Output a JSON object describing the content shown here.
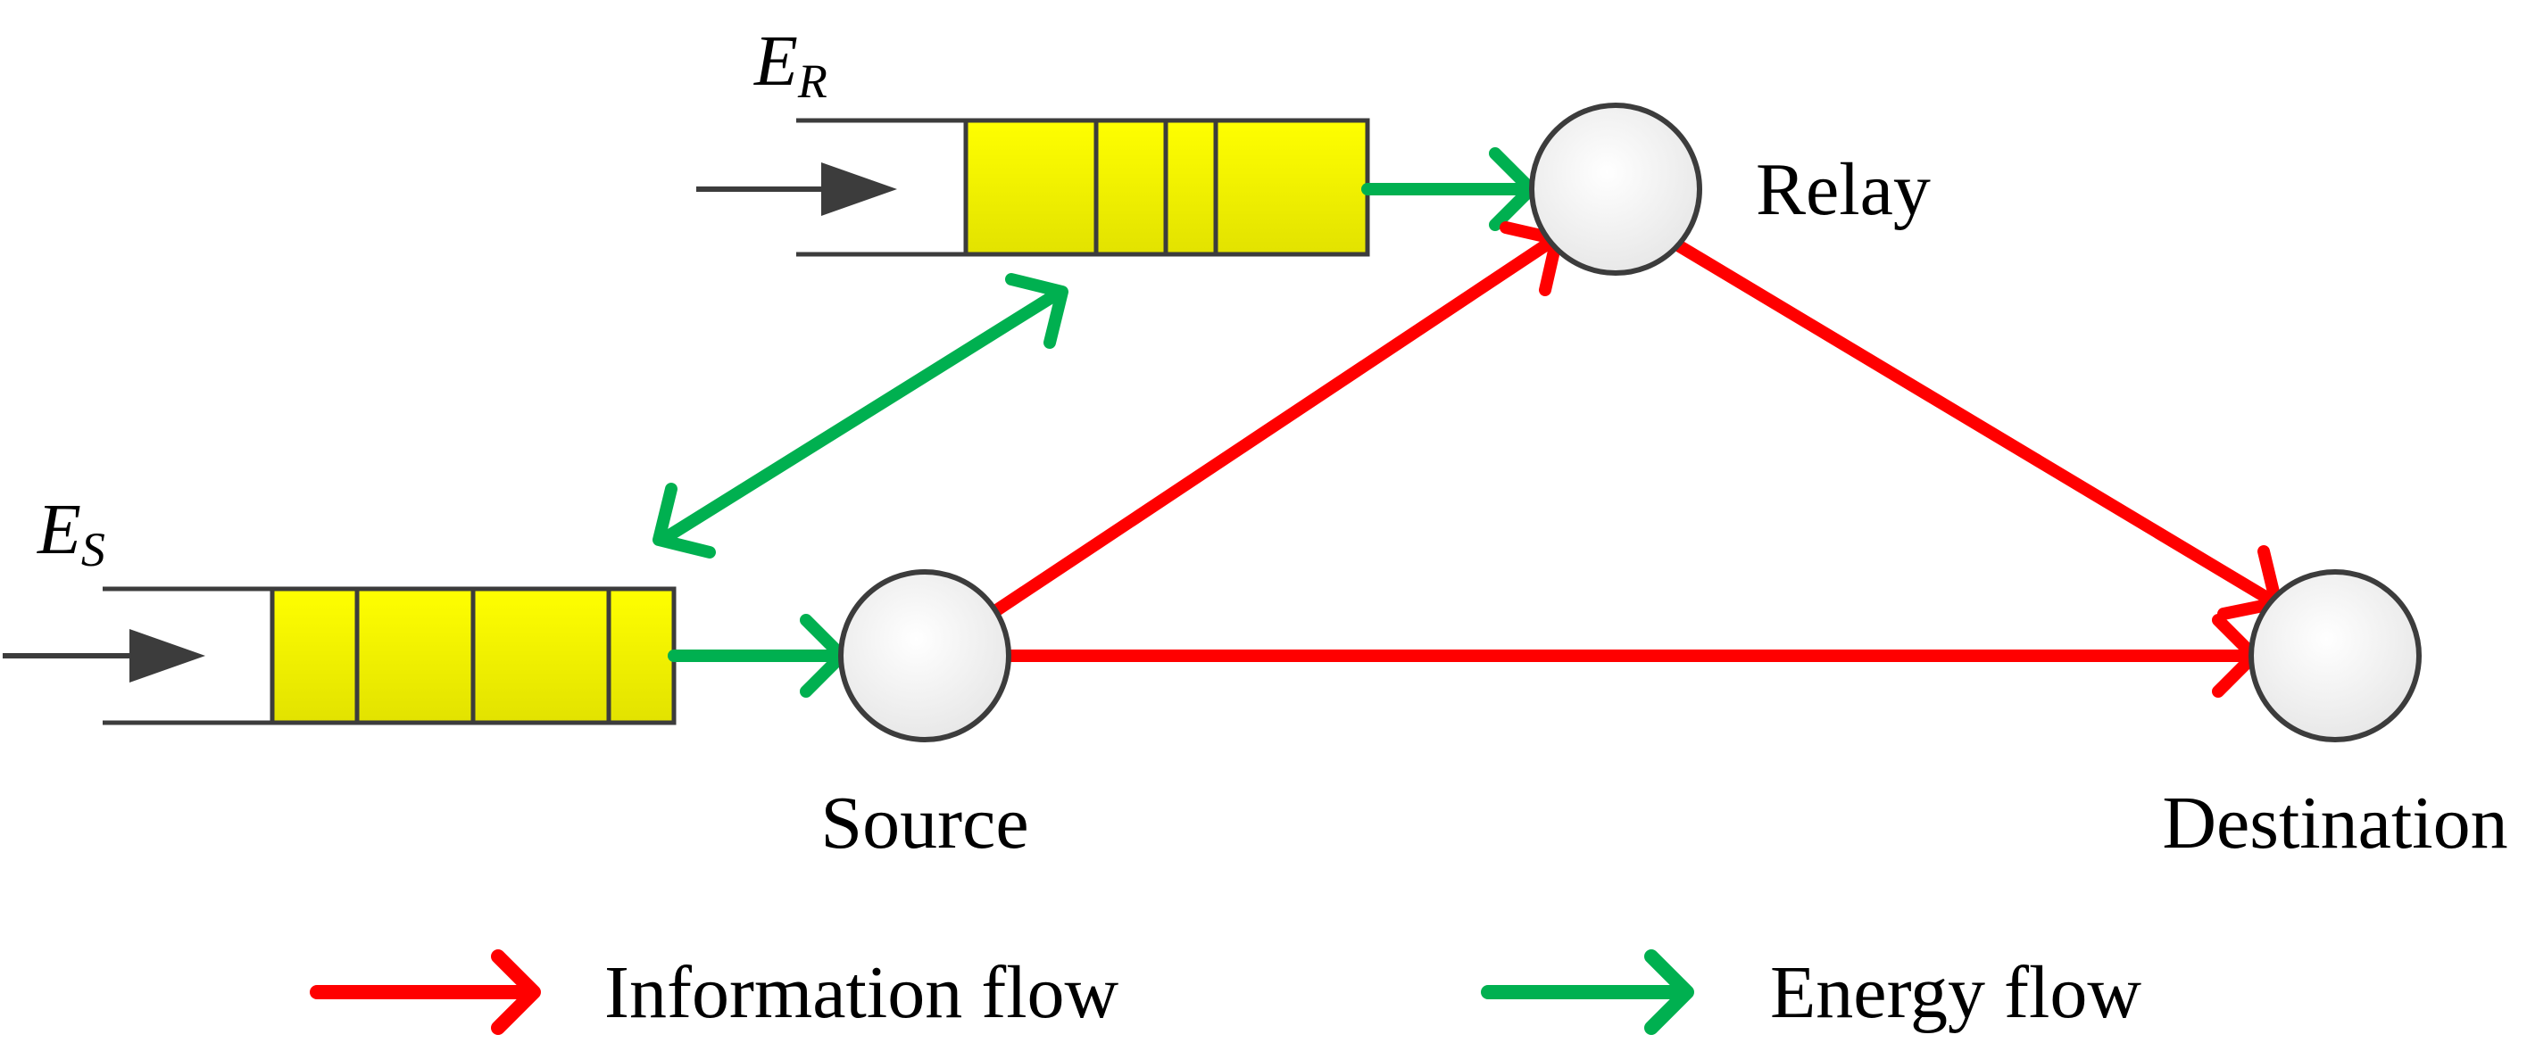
{
  "nodes": {
    "source": "Source",
    "relay": "Relay",
    "destination": "Destination"
  },
  "energy_labels": {
    "source": {
      "main": "E",
      "sub": "S"
    },
    "relay": {
      "main": "E",
      "sub": "R"
    }
  },
  "legend": {
    "information_flow": "Information flow",
    "energy_flow": "Energy flow"
  },
  "colors": {
    "information_flow": "#ff0000",
    "energy_flow": "#00b050",
    "buffer_fill_top": "#ffff00",
    "buffer_fill_bottom": "#e0e000",
    "node_stroke": "#3c3c3c",
    "input_arrow": "#3c3c3c"
  }
}
